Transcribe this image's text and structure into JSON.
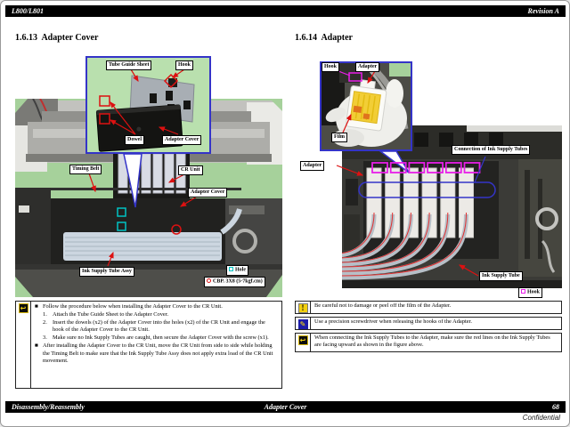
{
  "header": {
    "title": "L800/L801",
    "revision": "Revision A"
  },
  "footer": {
    "section": "Disassembly/Reassembly",
    "topic": "Adapter Cover",
    "page_number": "68",
    "confidential": "Confidential"
  },
  "glyphs": {
    "bullet": "■",
    "caution": "!",
    "note": "✎",
    "checkpoint": "↩"
  },
  "colors": {
    "highlight_red": "#dd1111",
    "highlight_cyan": "#00c3c3",
    "highlight_magenta": "#e81ee8",
    "callout_blue": "#3434c8",
    "mat_green": "#a6d19b",
    "caution_yellow": "#f2cf0e",
    "note_blue": "#1c1ca8"
  },
  "left": {
    "heading": "1.6.13  Adapter Cover",
    "inset": {
      "tube_guide_sheet": "Tube Guide Sheet",
      "hook": "Hook",
      "dowel": "Dowel",
      "adapter_cover": "Adapter Cover"
    },
    "photo": {
      "timing_belt": "Timing Belt",
      "cr_unit": "CR Unit",
      "adapter_cover": "Adapter Cover",
      "ink_supply_tube_assy": "Ink Supply Tube Assy"
    },
    "legend": {
      "hole": "Hole",
      "screw": "CBP. 3X8 (5-7kgf.cm)"
    },
    "checkpoint": {
      "bullet1": "Follow the procedure below when installing the Adapter Cover to the CR Unit.",
      "steps": [
        {
          "num": "1.",
          "text": "Attach the Tube Guide Sheet to the Adapter Cover."
        },
        {
          "num": "2.",
          "text": "Insert the dowels (x2) of the Adapter Cover into the holes (x2) of the CR Unit and engage the hook of the Adapter Cover to the CR Unit."
        },
        {
          "num": "3.",
          "text": "Make sure no Ink Supply Tubes are caught, then secure the Adapter Cover with the screw (x1)."
        }
      ],
      "bullet2": "After installing the Adapter Cover to the CR Unit, move the CR Unit from side to side while holding the Timing Belt to make sure that the Ink Supply Tube Assy does not apply extra load of the CR Unit movement."
    }
  },
  "right": {
    "heading": "1.6.14  Adapter",
    "inset": {
      "hook": "Hook",
      "adapter": "Adapter",
      "film": "Film"
    },
    "photo": {
      "adapter": "Adapter",
      "connection": "Connection of Ink Supply Tubes",
      "ink_supply_tube": "Ink Supply Tube"
    },
    "legend": {
      "hook": "Hook"
    },
    "notes": [
      {
        "type": "caution",
        "text": "Be careful not to damage or peel off the film of the Adapter."
      },
      {
        "type": "note",
        "text": "Use a precision screwdriver when releasing the hooks of the Adapter."
      },
      {
        "type": "checkpoint",
        "text": "When connecting the Ink Supply Tubes to the Adapter, make sure the red lines on the Ink Supply Tubes are facing upward as shown in the figure above."
      }
    ]
  }
}
